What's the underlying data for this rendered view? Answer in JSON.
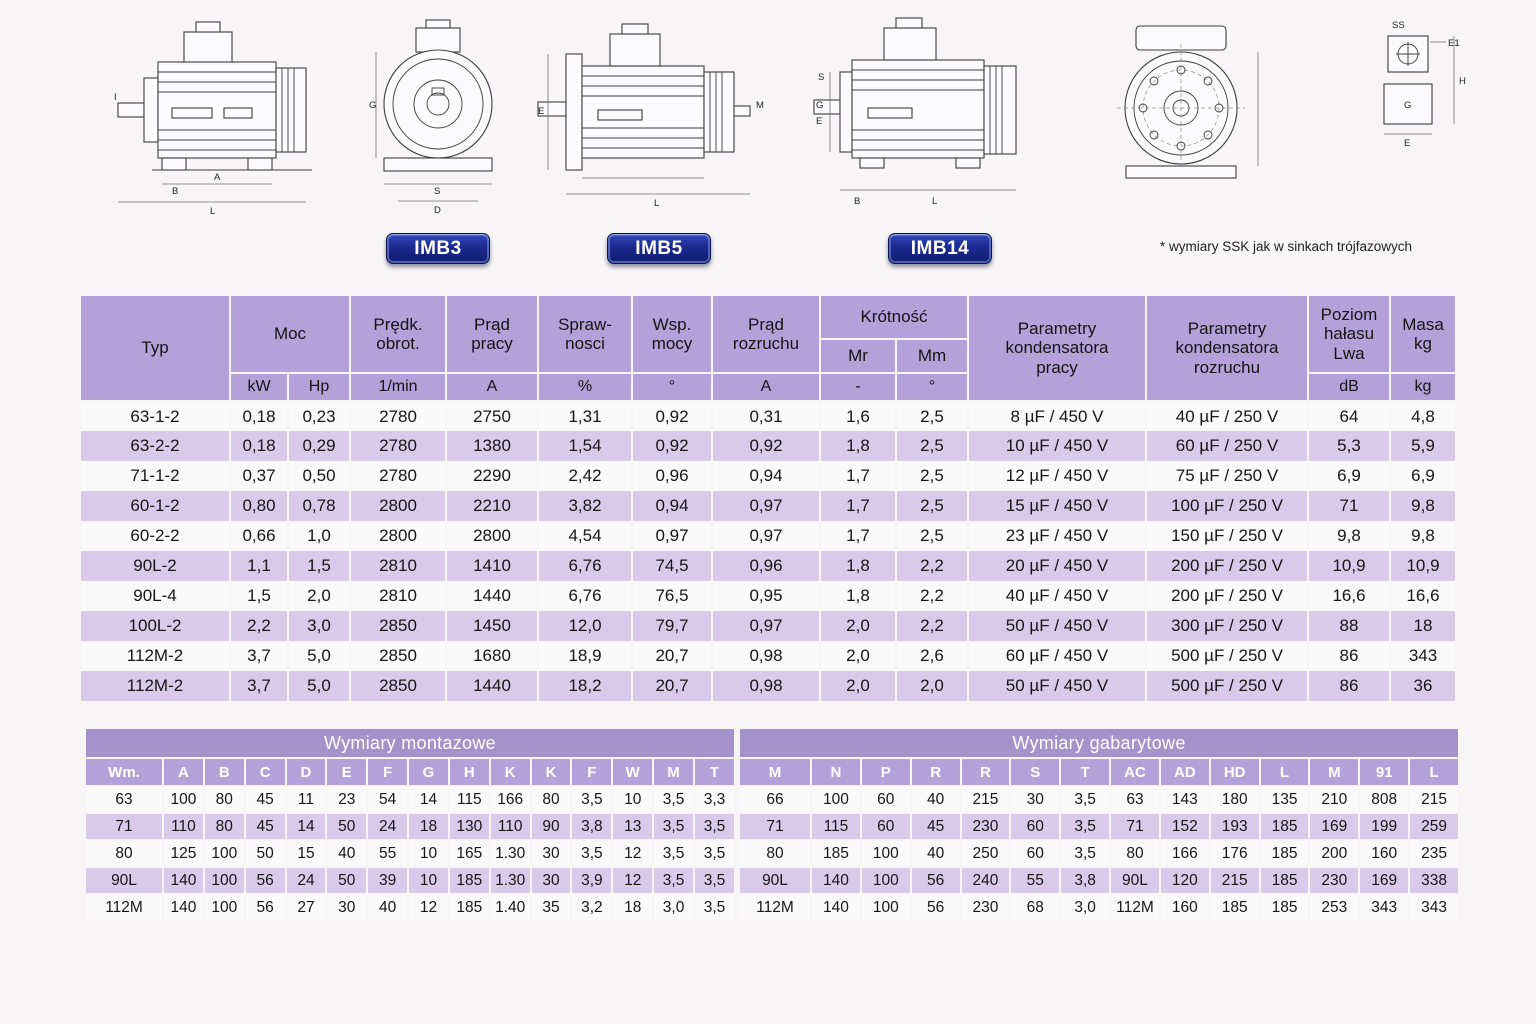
{
  "imb_buttons": [
    "IMB3",
    "IMB5",
    "IMB14"
  ],
  "drawings": {
    "imb3_side": {
      "labels": [
        "I",
        "B",
        "A",
        "L"
      ]
    },
    "imb3_front": {
      "labels": [
        "G",
        "S",
        "D"
      ]
    },
    "imb5_side": {
      "labels": [
        "E",
        "M",
        "L"
      ]
    },
    "imb14_side": {
      "labels": [
        "S",
        "G",
        "E",
        "B",
        "L"
      ]
    },
    "imb14_front_detail": {
      "labels": [
        "SS",
        "E1",
        "G",
        "E",
        "H"
      ]
    },
    "footnote": "* wymiary SSK jak w sinkach trójfazowych"
  },
  "main_table": {
    "headers": {
      "typ": "Typ",
      "moc": "Moc",
      "predk": "Prędk.\nobrot.",
      "prad_pracy": "Prąd\npracy",
      "sprawnosc": "Spraw-\nnosci",
      "wsp_mocy": "Wsp.\nmocy",
      "prad_rozruchu": "Prąd\nrozruchu",
      "krotnosc": "Krótność",
      "mr": "Mr",
      "mm": "Mm",
      "param_pracy": "Parametry\nkondensatora\npracy",
      "param_rozruchu": "Parametry\nkondensatora\nrozruchu",
      "poziom": "Poziom\nhałasu\nLwa",
      "masa": "Masa\nkg"
    },
    "units": [
      "kW",
      "Hp",
      "1/min",
      "A",
      "%",
      "°",
      "A",
      "-",
      "°",
      "dB",
      "kg"
    ],
    "rows": [
      [
        "63-1-2",
        "0,18",
        "0,23",
        "2780",
        "2750",
        "1,31",
        "0,92",
        "0,31",
        "1,6",
        "2,5",
        "8 µF / 450 V",
        "40 µF / 250 V",
        "64",
        "4,8"
      ],
      [
        "63-2-2",
        "0,18",
        "0,29",
        "2780",
        "1380",
        "1,54",
        "0,92",
        "0,92",
        "1,8",
        "2,5",
        "10 µF / 450 V",
        "60 µF / 250 V",
        "5,3",
        "5,9"
      ],
      [
        "71-1-2",
        "0,37",
        "0,50",
        "2780",
        "2290",
        "2,42",
        "0,96",
        "0,94",
        "1,7",
        "2,5",
        "12 µF / 450 V",
        "75 µF / 250 V",
        "6,9",
        "6,9"
      ],
      [
        "60-1-2",
        "0,80",
        "0,78",
        "2800",
        "2210",
        "3,82",
        "0,94",
        "0,97",
        "1,7",
        "2,5",
        "15 µF / 450 V",
        "100 µF / 250 V",
        "71",
        "9,8"
      ],
      [
        "60-2-2",
        "0,66",
        "1,0",
        "2800",
        "2800",
        "4,54",
        "0,97",
        "0,97",
        "1,7",
        "2,5",
        "23 µF / 450 V",
        "150 µF / 250 V",
        "9,8",
        "9,8"
      ],
      [
        "90L-2",
        "1,1",
        "1,5",
        "2810",
        "1410",
        "6,76",
        "74,5",
        "0,96",
        "1,8",
        "2,2",
        "20 µF / 450 V",
        "200 µF / 250 V",
        "10,9",
        "10,9"
      ],
      [
        "90L-4",
        "1,5",
        "2,0",
        "2810",
        "1440",
        "6,76",
        "76,5",
        "0,95",
        "1,8",
        "2,2",
        "40 µF / 450 V",
        "200 µF / 250 V",
        "16,6",
        "16,6"
      ],
      [
        "100L-2",
        "2,2",
        "3,0",
        "2850",
        "1450",
        "12,0",
        "79,7",
        "0,97",
        "2,0",
        "2,2",
        "50 µF / 450 V",
        "300 µF / 250 V",
        "88",
        "18"
      ],
      [
        "112M-2",
        "3,7",
        "5,0",
        "2850",
        "1680",
        "18,9",
        "20,7",
        "0,98",
        "2,0",
        "2,6",
        "60 µF / 450 V",
        "500 µF / 250 V",
        "86",
        "343"
      ],
      [
        "112M-2",
        "3,7",
        "5,0",
        "2850",
        "1440",
        "18,2",
        "20,7",
        "0,98",
        "2,0",
        "2,0",
        "50 µF / 450 V",
        "500 µF / 250 V",
        "86",
        "36"
      ]
    ]
  },
  "mount_table": {
    "title": "Wymiary montazowe",
    "headers": [
      "Wm.",
      "A",
      "B",
      "C",
      "D",
      "E",
      "F",
      "G",
      "H",
      "K",
      "K",
      "F",
      "W",
      "M",
      "T"
    ],
    "rows": [
      [
        "63",
        "100",
        "80",
        "45",
        "11",
        "23",
        "54",
        "14",
        "115",
        "166",
        "80",
        "3,5",
        "10",
        "3,5",
        "3,3"
      ],
      [
        "71",
        "110",
        "80",
        "45",
        "14",
        "50",
        "24",
        "18",
        "130",
        "110",
        "90",
        "3,8",
        "13",
        "3,5",
        "3,5"
      ],
      [
        "80",
        "125",
        "100",
        "50",
        "15",
        "40",
        "55",
        "10",
        "165",
        "1.30",
        "30",
        "3,5",
        "12",
        "3,5",
        "3,5"
      ],
      [
        "90L",
        "140",
        "100",
        "56",
        "24",
        "50",
        "39",
        "10",
        "185",
        "1.30",
        "30",
        "3,9",
        "12",
        "3,5",
        "3,5"
      ],
      [
        "112M",
        "140",
        "100",
        "56",
        "27",
        "30",
        "40",
        "12",
        "185",
        "1.40",
        "35",
        "3,2",
        "18",
        "3,0",
        "3,5"
      ]
    ]
  },
  "overall_table": {
    "title": "Wymiary gabarytowe",
    "headers": [
      "M",
      "N",
      "P",
      "R",
      "R",
      "S",
      "T",
      "AC",
      "AD",
      "HD",
      "L",
      "M",
      "91",
      "L"
    ],
    "rows": [
      [
        "66",
        "100",
        "60",
        "40",
        "215",
        "30",
        "3,5",
        "63",
        "143",
        "180",
        "135",
        "210",
        "808",
        "215"
      ],
      [
        "71",
        "115",
        "60",
        "45",
        "230",
        "60",
        "3,5",
        "71",
        "152",
        "193",
        "185",
        "169",
        "199",
        "259"
      ],
      [
        "80",
        "185",
        "100",
        "40",
        "250",
        "60",
        "3,5",
        "80",
        "166",
        "176",
        "185",
        "200",
        "160",
        "235"
      ],
      [
        "90L",
        "140",
        "100",
        "56",
        "240",
        "55",
        "3,8",
        "90L",
        "120",
        "215",
        "185",
        "230",
        "169",
        "338"
      ],
      [
        "112M",
        "140",
        "100",
        "56",
        "230",
        "68",
        "3,0",
        "112M",
        "160",
        "185",
        "185",
        "253",
        "343",
        "343"
      ]
    ]
  }
}
